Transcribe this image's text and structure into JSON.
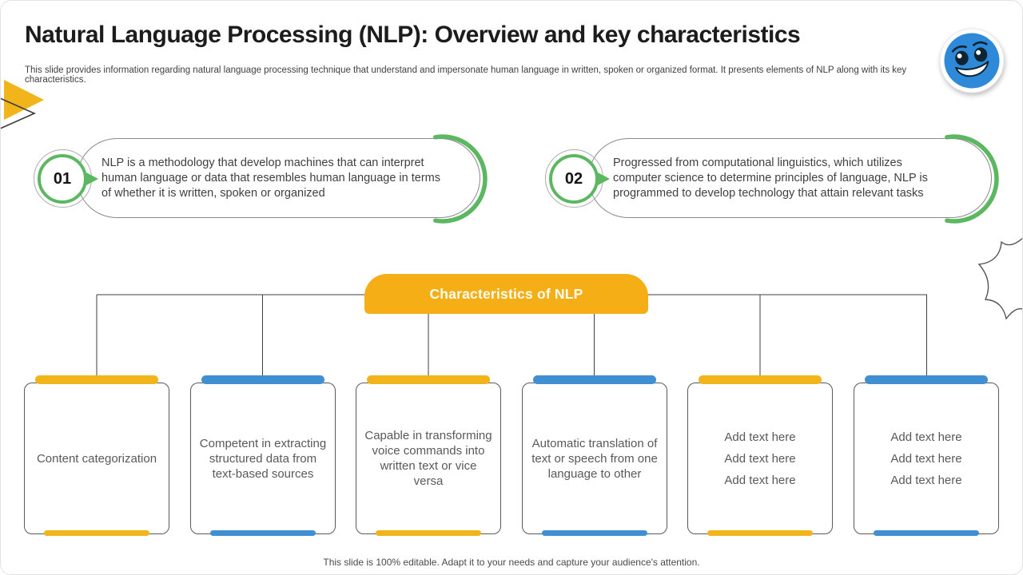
{
  "slide": {
    "title": "Natural Language Processing (NLP): Overview and key characteristics",
    "subtitle": "This slide provides information regarding natural language processing technique that understand and impersonate human language in written, spoken or organized format. It presents elements of NLP along with its key characteristics.",
    "footer": "This slide is 100% editable. Adapt it to your needs and capture your audience's attention."
  },
  "points": [
    {
      "number": "01",
      "text": "NLP is a methodology that develop machines that can interpret human language or data that resembles human language in terms of whether it is written, spoken or organized"
    },
    {
      "number": "02",
      "text": "Progressed from computational linguistics, which utilizes computer science to determine principles of language, NLP is programmed to develop technology that attain relevant tasks"
    }
  ],
  "characteristics": {
    "header": "Characteristics of NLP",
    "boxes": [
      {
        "accent": "yellow",
        "lines": [
          "Content categorization"
        ]
      },
      {
        "accent": "blue",
        "lines": [
          "Competent in extracting structured data from text-based sources"
        ]
      },
      {
        "accent": "yellow",
        "lines": [
          "Capable in transforming voice commands into written text or vice versa"
        ]
      },
      {
        "accent": "blue",
        "lines": [
          "Automatic translation of text or speech from one language to other"
        ]
      },
      {
        "accent": "yellow",
        "lines": [
          "Add text here",
          "Add text here",
          "Add text here"
        ]
      },
      {
        "accent": "blue",
        "lines": [
          "Add text here",
          "Add text here",
          "Add text here"
        ]
      }
    ]
  },
  "icons": {
    "emoji": "smiley-face-icon",
    "triangle": "triangle-icon",
    "starburst": "starburst-icon"
  },
  "colors": {
    "yellow": "#F2B41B",
    "blue": "#3F8FD2",
    "orange": "#F5AE15",
    "green": "#5CB860"
  }
}
